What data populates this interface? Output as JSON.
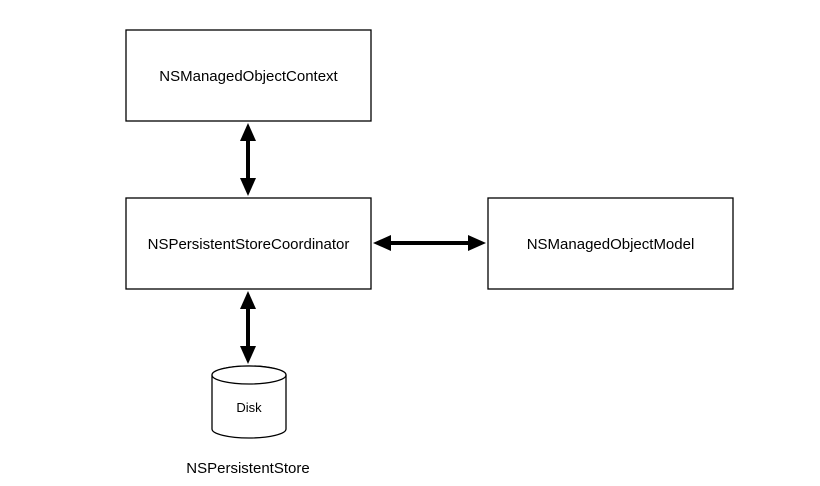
{
  "nodes": {
    "context": {
      "label": "NSManagedObjectContext"
    },
    "coordinator": {
      "label": "NSPersistentStoreCoordinator"
    },
    "model": {
      "label": "NSManagedObjectModel"
    },
    "disk": {
      "label": "Disk",
      "caption": "NSPersistentStore"
    }
  },
  "edges": [
    {
      "from": "context",
      "to": "coordinator",
      "direction": "bidirectional"
    },
    {
      "from": "coordinator",
      "to": "model",
      "direction": "bidirectional"
    },
    {
      "from": "coordinator",
      "to": "disk",
      "direction": "bidirectional"
    }
  ],
  "colors": {
    "stroke": "#000000",
    "fill": "#ffffff",
    "background": "#ffffff"
  }
}
